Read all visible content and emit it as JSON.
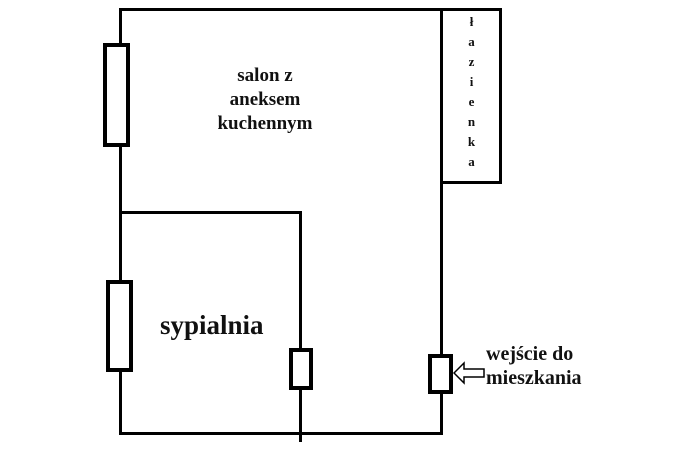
{
  "plan": {
    "living_room_label": "salon z\naneksem\nkuchennym",
    "bathroom_label": "łazienka",
    "bedroom_label": "sypialnia",
    "entrance_label": "wejście do\nmieszkania"
  },
  "colors": {
    "wall": "#000000",
    "background": "#ffffff",
    "text": "#111111"
  }
}
